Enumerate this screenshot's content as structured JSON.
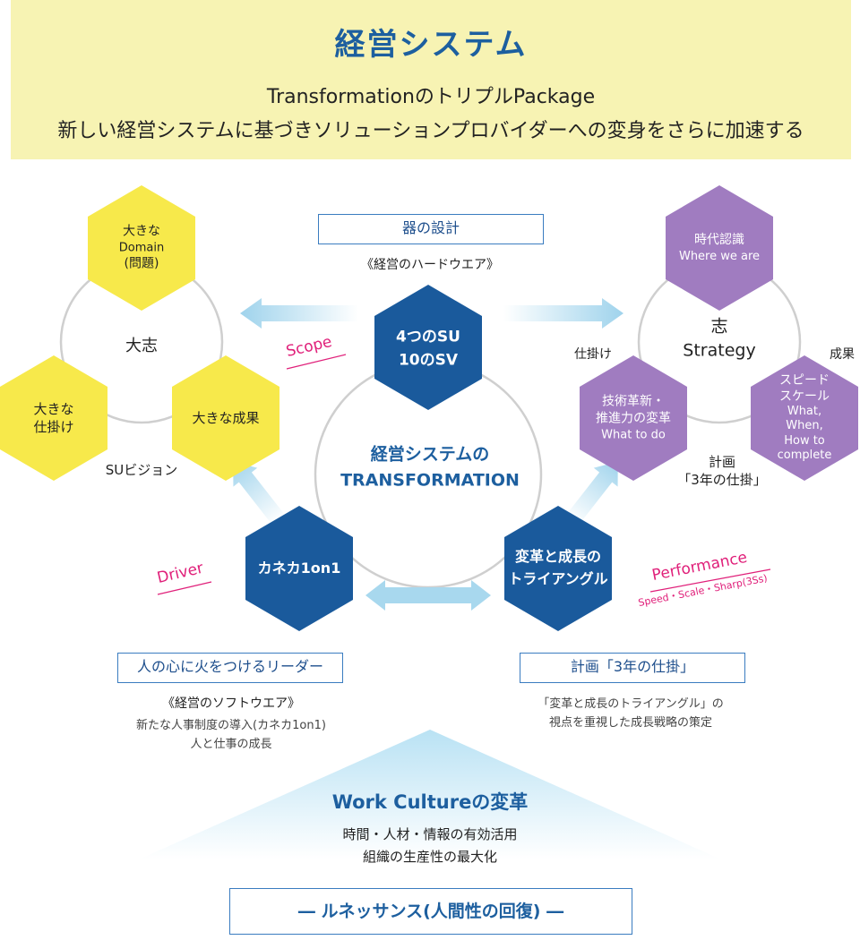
{
  "header": {
    "title": "経営システム",
    "line1": "TransformationのトリプルPackage",
    "line2": "新しい経営システムに基づきソリューションプロバイダーへの変身をさらに加速する"
  },
  "left_cluster": {
    "center_label": "大志",
    "hex_top": [
      "大きな",
      "Domain",
      "(問題)"
    ],
    "hex_left": [
      "大きな",
      "仕掛け"
    ],
    "hex_right": "大きな成果",
    "caption": "SUビジョン"
  },
  "right_cluster": {
    "center_label": [
      "志",
      "Strategy"
    ],
    "hex_top": [
      "時代認識",
      "Where we are"
    ],
    "hex_left": [
      "技術革新・",
      "推進力の変革",
      "What to do"
    ],
    "hex_right": [
      "スピード",
      "スケール",
      "What, When,",
      "How to",
      "complete"
    ],
    "label_left": "仕掛け",
    "label_right": "成果",
    "label_bottom": [
      "計画",
      "「3年の仕掛」"
    ]
  },
  "center": {
    "top_box": "器の設計",
    "top_sub": "《経営のハードウエア》",
    "hex_top": [
      "4つのSU",
      "10のSV"
    ],
    "circle_label": [
      "経営システムの",
      "TRANSFORMATION"
    ],
    "hex_left": "カネカ1on1",
    "hex_right": [
      "変革と成長の",
      "トライアングル"
    ],
    "scope": "Scope",
    "driver": "Driver",
    "performance": "Performance",
    "performance_sub": "Speed・Scale・Sharp(3Ss)"
  },
  "bottom_left": {
    "box": "人の心に火をつけるリーダー",
    "sub": "《経営のソフトウエア》",
    "line1": "新たな人事制度の導入(カネカ1on1)",
    "line2": "人と仕事の成長"
  },
  "bottom_right": {
    "box": "計画「3年の仕掛」",
    "line1": "「変革と成長のトライアングル」の",
    "line2": "視点を重視した成長戦略の策定"
  },
  "work_culture": {
    "title": "Work Cultureの変革",
    "line1": "時間・人材・情報の有効活用",
    "line2": "組織の生産性の最大化"
  },
  "footer": {
    "box": "― ルネッサンス(人間性の回復) ―"
  },
  "colors": {
    "header_bg": "#f7f3b3",
    "title_blue": "#1d5f9f",
    "hex_blue": "#1a5a9c",
    "hex_yellow": "#f7e94b",
    "hex_purple": "#a07cc0",
    "arrow_light_blue": "#a8d8ee",
    "accent_pink": "#e0207a"
  }
}
